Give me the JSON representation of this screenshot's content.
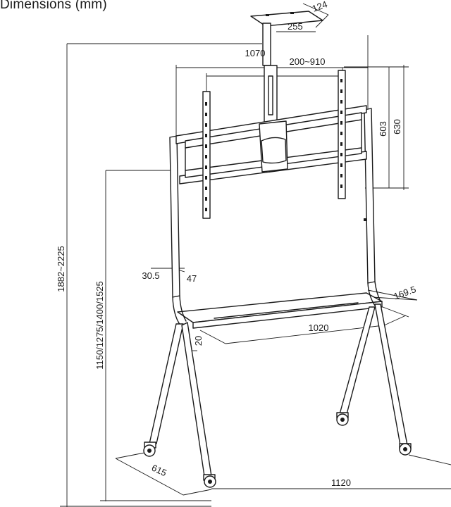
{
  "title": "Dimensions (mm)",
  "dimensions": {
    "ceiling_depth": "124",
    "ceiling_width": "255",
    "overall_width": "1070",
    "vesa_horizontal": "200~910",
    "vesa_vertical_min": "603",
    "vesa_vertical_max": "630",
    "overall_height": "1882~2225",
    "shelf_heights": "1150/1275/1400/1525",
    "post_width": "30.5",
    "post_depth": "47",
    "shelf_depth": "169.5",
    "shelf_width": "1020",
    "shelf_thickness": "20",
    "base_depth": "615",
    "base_width": "1120"
  }
}
